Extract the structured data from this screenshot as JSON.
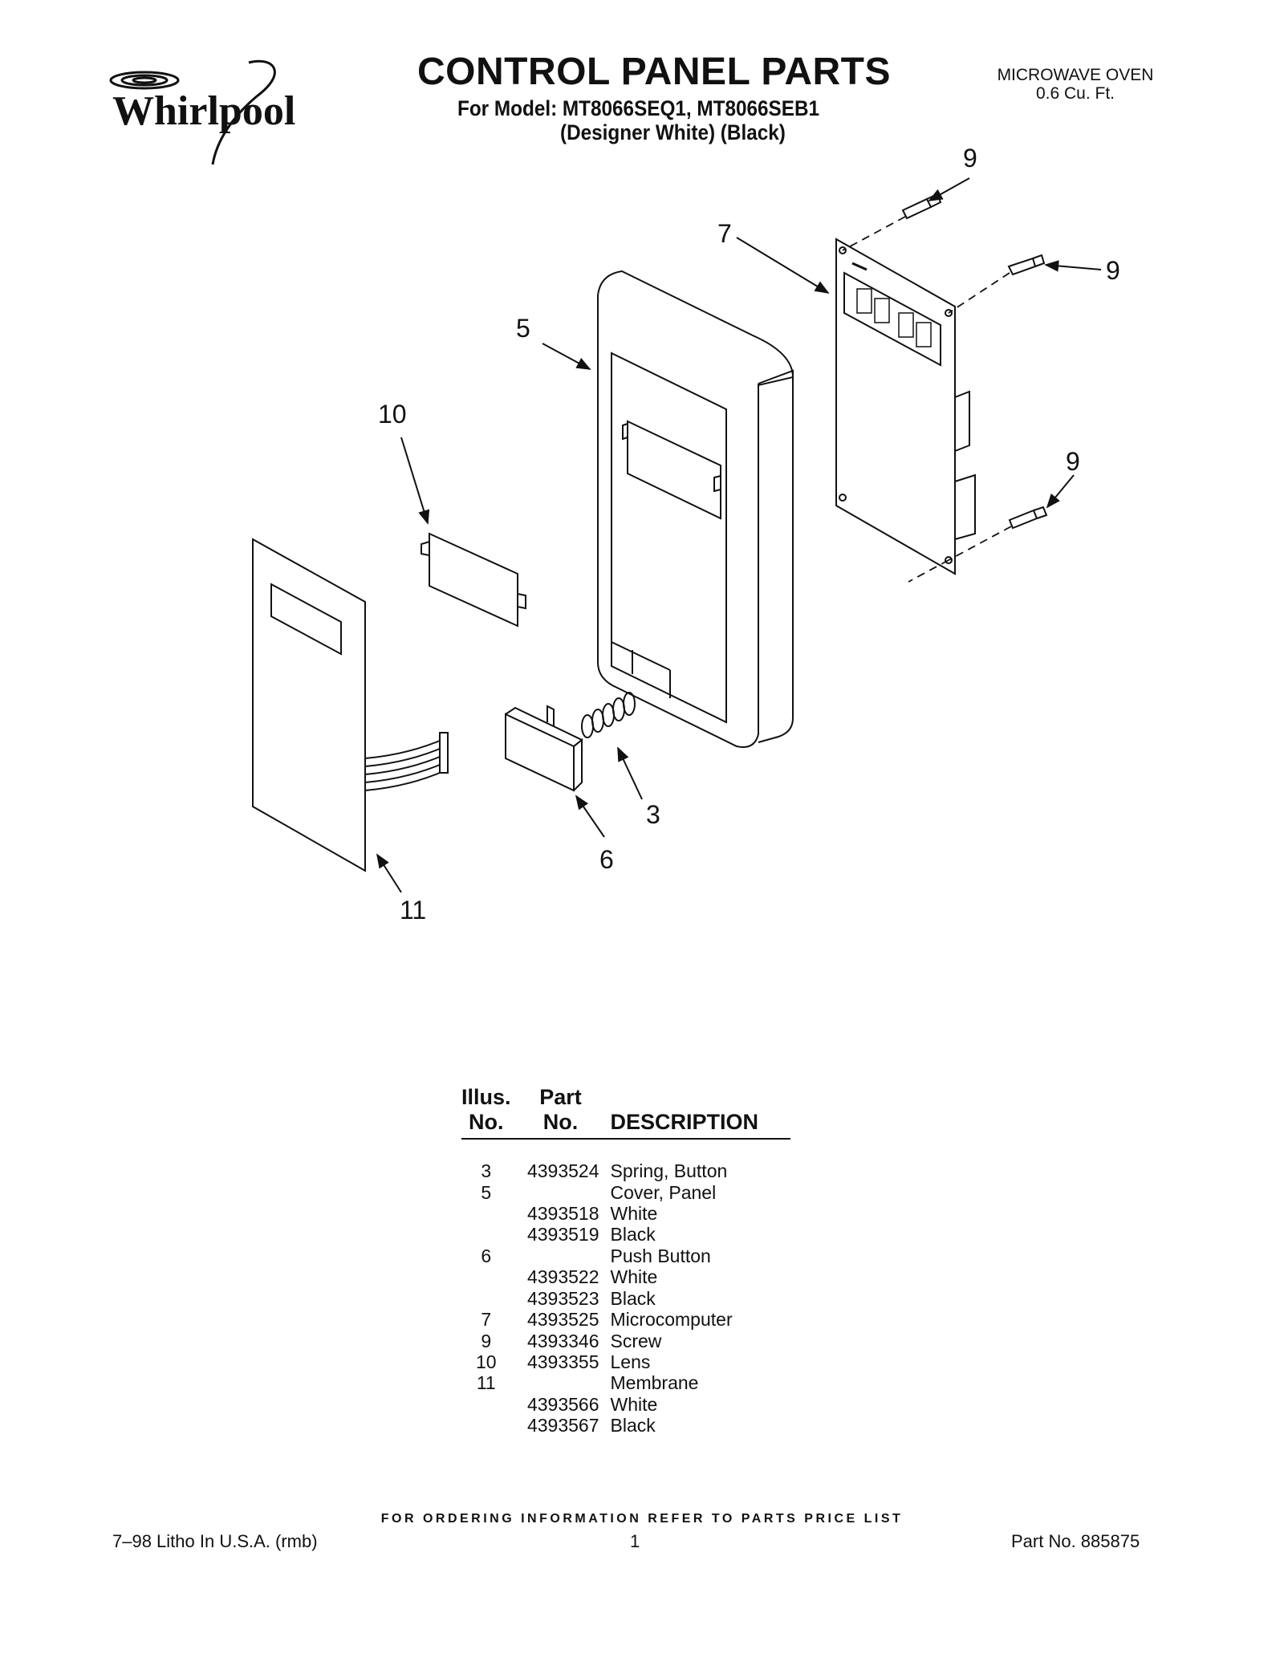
{
  "header": {
    "brand": "Whirlpool",
    "title": "CONTROL PANEL PARTS",
    "model_line": "For Model: MT8066SEQ1, MT8066SEB1",
    "variant_line": "(Designer White) (Black)",
    "product_type": "MICROWAVE OVEN",
    "capacity": "0.6 Cu. Ft."
  },
  "diagram": {
    "callouts": {
      "c3": "3",
      "c5": "5",
      "c6": "6",
      "c7": "7",
      "c9a": "9",
      "c9b": "9",
      "c9c": "9",
      "c10": "10",
      "c11": "11"
    }
  },
  "parts_table": {
    "headers": {
      "illus_line1": "Illus.",
      "illus_line2": "No.",
      "part_line1": "Part",
      "part_line2": "No.",
      "description": "DESCRIPTION"
    },
    "rows": [
      {
        "illus": "3",
        "part": "4393524",
        "desc": "Spring, Button"
      },
      {
        "illus": "5",
        "part": "",
        "desc": "Cover, Panel"
      },
      {
        "illus": "",
        "part": "4393518",
        "desc": "White"
      },
      {
        "illus": "",
        "part": "4393519",
        "desc": "Black"
      },
      {
        "illus": "6",
        "part": "",
        "desc": "Push Button"
      },
      {
        "illus": "",
        "part": "4393522",
        "desc": "White"
      },
      {
        "illus": "",
        "part": "4393523",
        "desc": "Black"
      },
      {
        "illus": "7",
        "part": "4393525",
        "desc": "Microcomputer"
      },
      {
        "illus": "9",
        "part": "4393346",
        "desc": "Screw"
      },
      {
        "illus": "10",
        "part": "4393355",
        "desc": "Lens"
      },
      {
        "illus": "11",
        "part": "",
        "desc": "Membrane"
      },
      {
        "illus": "",
        "part": "4393566",
        "desc": "White"
      },
      {
        "illus": "",
        "part": "4393567",
        "desc": "Black"
      }
    ]
  },
  "footer": {
    "ordering_note": "FOR ORDERING INFORMATION REFER TO PARTS PRICE LIST",
    "litho": "7–98 Litho In U.S.A. (rmb)",
    "page_number": "1",
    "part_number": "Part No. 885875"
  }
}
